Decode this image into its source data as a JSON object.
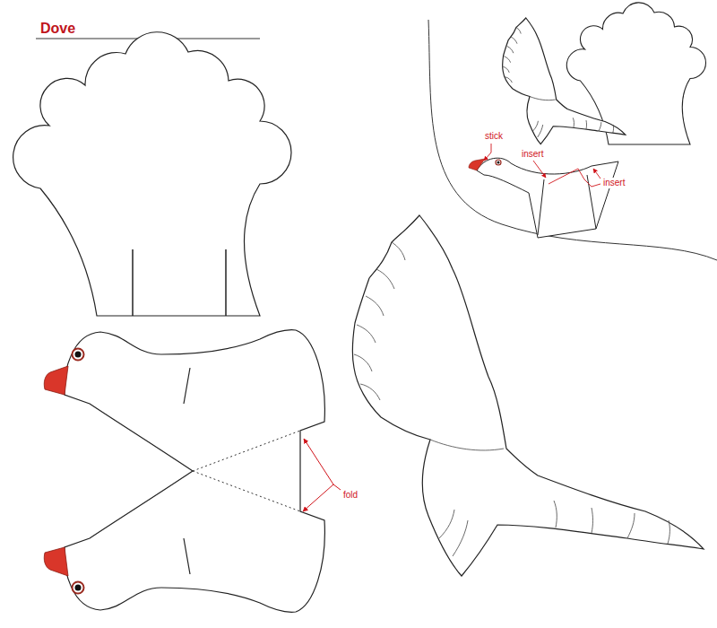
{
  "diagram": {
    "title": "Dove",
    "labels": [
      "stick",
      "insert",
      "insert",
      "fold"
    ]
  }
}
